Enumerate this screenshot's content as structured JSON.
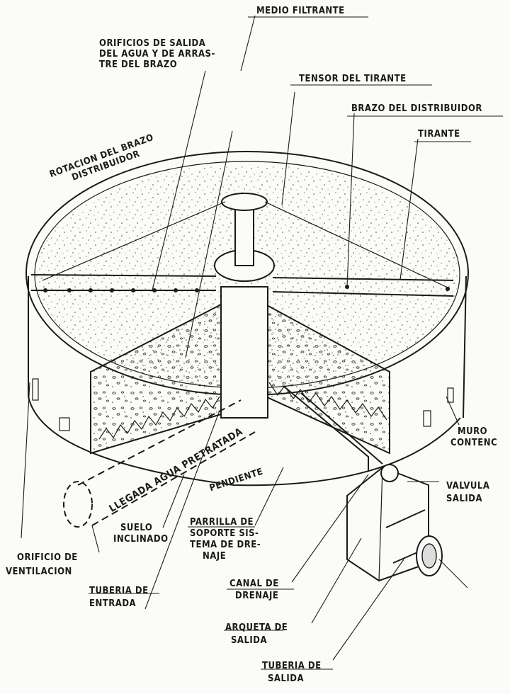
{
  "labels": {
    "medio_filtrante": "MEDIO FILTRANTE",
    "orificios": [
      "ORIFICIOS DE SALIDA",
      "DEL AGUA Y DE ARRAS-",
      "TRE DEL BRAZO"
    ],
    "tensor_del_tirante": "TENSOR DEL TIRANTE",
    "brazo_del_distribuidor": "BRAZO DEL DISTRIBUIDOR",
    "tirante": "TIRANTE",
    "rotacion": [
      "ROTACION DEL BRAZO",
      "DISTRIBUIDOR"
    ],
    "muro_contenc": [
      "MURO",
      "CONTENC"
    ],
    "valvula_salida": [
      "VALVULA",
      "SALIDA"
    ],
    "llegada_agua": "LLEGADA AGUA PRETRATADA",
    "pendiente": "PENDIENTE",
    "parrilla": [
      "PARRILLA DE",
      "SOPORTE SIS-",
      "TEMA DE DRE-",
      "NAJE"
    ],
    "suelo_inclinado": [
      "SUELO",
      "INCLINADO"
    ],
    "orificio_ventilacion": [
      "ORIFICIO DE",
      "VENTILACION"
    ],
    "tuberia_entrada": [
      "TUBERIA DE",
      "ENTRADA"
    ],
    "canal_drenaje": [
      "CANAL DE",
      "DRENAJE"
    ],
    "arqueta_salida": [
      "ARQUETA DE",
      "SALIDA"
    ],
    "tuberia_salida": [
      "TUBERIA DE",
      "SALIDA"
    ]
  }
}
